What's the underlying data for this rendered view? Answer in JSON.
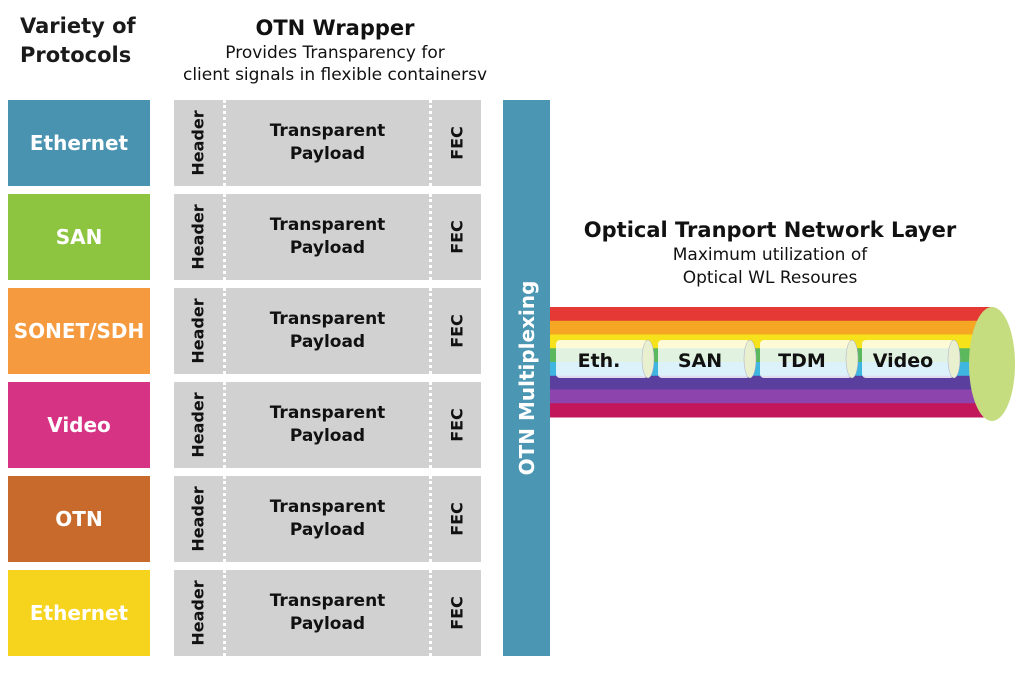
{
  "header_left": "Variety of Protocols",
  "otn_wrapper": {
    "title": "OTN Wrapper",
    "subtitle_line1": "Provides Transparency for",
    "subtitle_line2": "client signals in flexible containersv"
  },
  "protocols": [
    {
      "label": "Ethernet",
      "color": "#4a93b0"
    },
    {
      "label": "SAN",
      "color": "#8dc541"
    },
    {
      "label": "SONET/SDH",
      "color": "#f59a3e"
    },
    {
      "label": "Video",
      "color": "#d63384"
    },
    {
      "label": "OTN",
      "color": "#c76a2c"
    },
    {
      "label": "Ethernet",
      "color": "#f6d31c"
    }
  ],
  "wrapper_row": {
    "header": "Header",
    "payload_line1": "Transparent",
    "payload_line2": "Payload",
    "fec": "FEC"
  },
  "multiplexing_label": "OTN Multiplexing",
  "optical_layer": {
    "title": "Optical Tranport Network Layer",
    "subtitle_line1": "Maximum utilization of",
    "subtitle_line2": "Optical WL Resoures"
  },
  "fiber_segments": [
    "Eth.",
    "SAN",
    "TDM",
    "Video"
  ],
  "fiber_colors": [
    "#e53935",
    "#f5a623",
    "#f5e21a",
    "#5cb85c",
    "#3fb6e0",
    "#5a3f9e",
    "#8e44ad",
    "#c2185b"
  ],
  "fiber_end_color": "#c5dc7f"
}
